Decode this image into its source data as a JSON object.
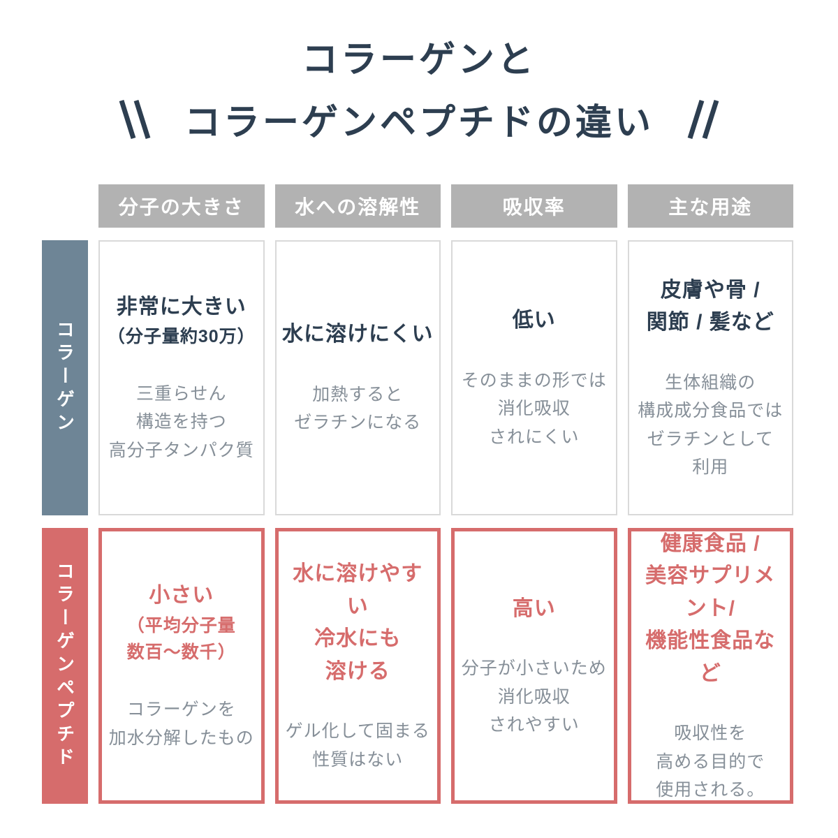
{
  "title": {
    "line1": "コラーゲンと",
    "line2": "コラーゲンペプチドの違い"
  },
  "columns": [
    "分子の大きさ",
    "水への溶解性",
    "吸収率",
    "主な用途"
  ],
  "rows": [
    {
      "label": "コラーゲン",
      "cells": [
        {
          "heading": "非常に大きい",
          "subheading": "（分子量約30万）",
          "body": "三重らせん\n構造を持つ\n高分子タンパク質"
        },
        {
          "heading": "水に溶けにくい",
          "body": "加熱すると\nゼラチンになる"
        },
        {
          "heading": "低い",
          "body": "そのままの形では\n消化吸収\nされにくい"
        },
        {
          "heading": "皮膚や骨 /\n関節 / 髪など",
          "body": "生体組織の\n構成成分食品では\nゼラチンとして\n利用"
        }
      ]
    },
    {
      "label": "コラーゲンペプチド",
      "cells": [
        {
          "heading": "小さい",
          "subheading": "（平均分子量\n数百〜数千）",
          "body": "コラーゲンを\n加水分解したもの"
        },
        {
          "heading": "水に溶けやすい\n冷水にも\n溶ける",
          "body": "ゲル化して固まる\n性質はない"
        },
        {
          "heading": "高い",
          "body": "分子が小さいため\n消化吸収\nされやすい"
        },
        {
          "heading": "健康食品 /\n美容サプリメント/\n機能性食品など",
          "body": "吸収性を\n高める目的で\n使用される。"
        }
      ]
    }
  ],
  "colors": {
    "title_navy": "#2d3e50",
    "header_gray": "#b2b2b2",
    "collagen_row_blue": "#6e8596",
    "peptide_row_red": "#d66c6c",
    "body_text_gray": "#868f98",
    "cell_border_gray": "#d9d9d9"
  }
}
